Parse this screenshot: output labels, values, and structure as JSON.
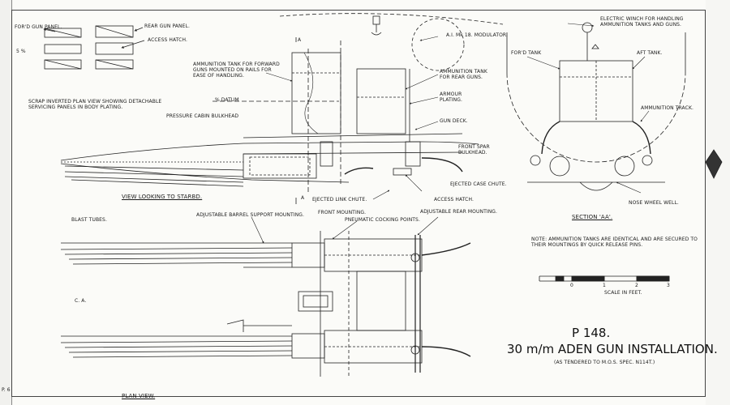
{
  "drawing": {
    "title": "P 148.",
    "subtitle": "30 m/m ADEN GUN INSTALLATION.",
    "tender_note": "(AS TENDERED TO M.O.S. SPEC. N114T.)",
    "note": "NOTE: AMMUNITION TANKS ARE IDENTICAL AND ARE SECURED TO\nTHEIR MOUNTINGS BY QUICK RELEASE PINS.",
    "scale_label": "SCALE IN FEET.",
    "scale_ticks": [
      "0",
      "1",
      "2",
      "3"
    ],
    "margin_marks": [
      "5 %",
      "C. A.",
      "P. 6"
    ]
  },
  "views": {
    "side": "VIEW LOOKING TO STARBD.",
    "plan": "PLAN VIEW.",
    "section": "SECTION 'AA'.",
    "section_marks": [
      "A",
      "A"
    ]
  },
  "labels": {
    "ford_gun_panel": "FOR'D GUN PANEL.",
    "rear_gun_panel": "REAR GUN PANEL.",
    "access_hatch_top": "ACCESS HATCH.",
    "scrap_view": "SCRAP INVERTED PLAN VIEW SHOWING DETACHABLE\nSERVICING PANELS IN BODY PLATING.",
    "ammo_tank_forward": "AMMUNITION TANK FOR FORWARD\nGUNS MOUNTED ON RAILS FOR\nEASE OF HANDLING.",
    "datum": "% DATUM",
    "pressure_cabin": "PRESSURE CABIN BULKHEAD",
    "modulator": "A.I. Mk 18. MODULATOR.",
    "ammo_tank_rear": "AMMUNITION TANK\nFOR REAR GUNS.",
    "armour": "ARMOUR\nPLATING.",
    "gun_deck": "GUN DECK.",
    "front_spar": "FRONT SPAR\nBULKHEAD.",
    "ejected_case": "EJECTED CASE CHUTE.",
    "ejected_link": "EJECTED LINK CHUTE.",
    "access_hatch": "ACCESS HATCH.",
    "blast_tubes": "BLAST TUBES.",
    "barrel_support": "ADJUSTABLE BARREL SUPPORT MOUNTING.",
    "front_mounting": "FRONT MOUNTING.",
    "pneumatic": "PNEUMATIC COCKING POINTS.",
    "rear_mounting": "ADJUSTABLE REAR MOUNTING.",
    "winch": "ELECTRIC WINCH FOR HANDLING\nAMMUNITION TANKS AND GUNS.",
    "ford_tank": "FOR'D TANK",
    "aft_tank": "AFT TANK.",
    "ammo_track": "AMMUNITION TRACK.",
    "nose_wheel": "NOSE WHEEL WELL."
  }
}
